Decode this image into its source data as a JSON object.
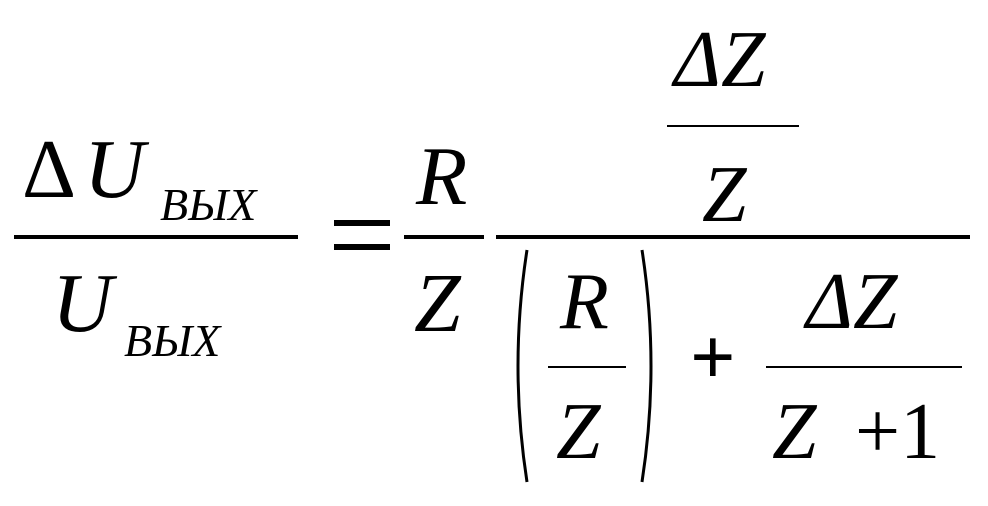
{
  "equation": {
    "lhs": {
      "numerator": {
        "delta": "Δ",
        "var": "U",
        "subscript": "ВЫХ"
      },
      "denominator": {
        "var": "U",
        "subscript": "ВЫХ"
      }
    },
    "equals": "=",
    "coef": {
      "numerator": "R",
      "denominator": "Z"
    },
    "main": {
      "numerator": {
        "top": "ΔZ",
        "bottom": "Z"
      },
      "denominator": {
        "paren_fraction": {
          "numerator": "R",
          "denominator": "Z"
        },
        "plus": "+",
        "fraction": {
          "numerator": "ΔZ",
          "denominator_var": "Z",
          "denominator_rest": "+1"
        }
      }
    }
  }
}
